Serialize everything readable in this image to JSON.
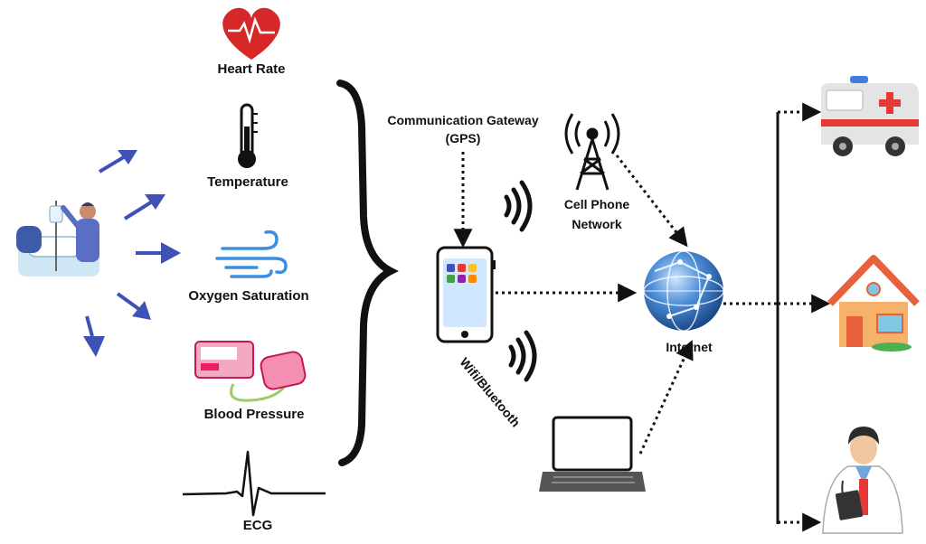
{
  "vitals": {
    "heart_rate": "Heart Rate",
    "temperature": "Temperature",
    "oxygen_saturation": "Oxygen Saturation",
    "blood_pressure": "Blood Pressure",
    "ecg": "ECG"
  },
  "network": {
    "gateway_line1": "Communication Gateway",
    "gateway_line2": "(GPS)",
    "cell_line1": "Cell Phone",
    "cell_line2": "Network",
    "internet": "Internet",
    "wifi": "Wifi/Bluetooth"
  },
  "colors": {
    "arrow_blue": "#3f51b5",
    "heart_red": "#d62828",
    "ambulance_red": "#e53935",
    "house_roof": "#e8613c",
    "house_wall": "#f6b26b",
    "globe_blue": "#1f5fa8"
  }
}
